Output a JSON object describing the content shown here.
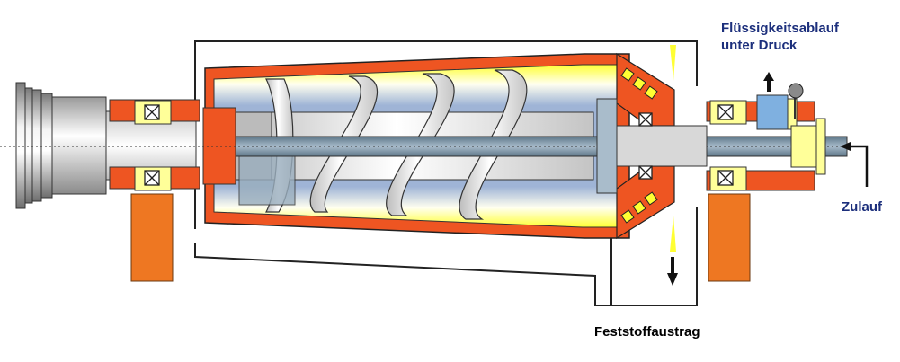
{
  "labels": {
    "liquid_outlet_line1": "Flüssigkeitsablauf",
    "liquid_outlet_line2": "unter Druck",
    "feed": "Zulauf",
    "solids_discharge": "Feststoffaustrag"
  },
  "colors": {
    "housing_red": "#ee5522",
    "support_orange": "#ee7722",
    "bearing_yellow": "#ffff99",
    "feed_tube": "#7f9aae",
    "bowl_blue": "#9fb4d6",
    "liquid_yellow": "#ffff33",
    "label_navy": "#1c2f7c"
  },
  "icons": [
    "arrow-down-icon",
    "arrow-up-icon",
    "arrow-left-icon",
    "ball-valve-icon"
  ]
}
